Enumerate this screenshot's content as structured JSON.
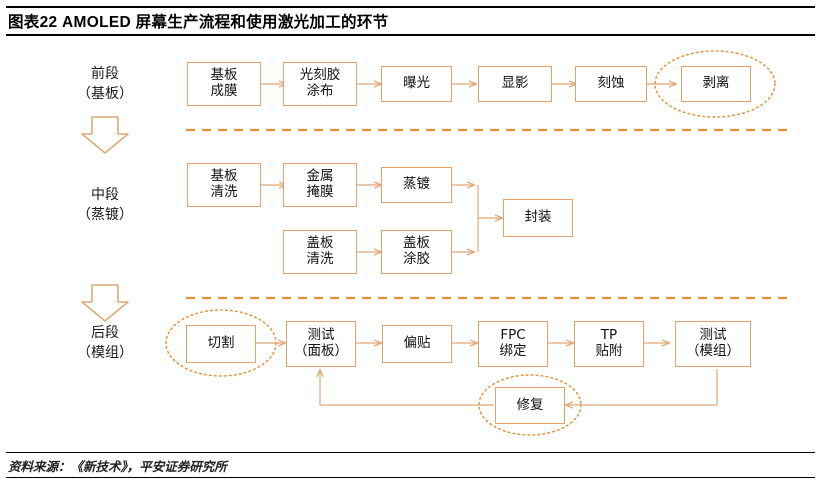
{
  "header": {
    "title": "图表22   AMOLED 屏幕生产流程和使用激光加工的环节"
  },
  "footer": {
    "source": "资料来源：《新技术》，平安证券研究所"
  },
  "colors": {
    "box_border": "#E8A06A",
    "arrow": "#E0A878",
    "divider": "#E8903A",
    "highlight_circle": "#E8903A",
    "text": "#111111",
    "rule": "#000000"
  },
  "stages": [
    {
      "id": "front",
      "line1": "前段",
      "line2": "（基板）"
    },
    {
      "id": "middle",
      "line1": "中段",
      "line2": "（蒸镀）"
    },
    {
      "id": "back",
      "line1": "后段",
      "line2": "（模组）"
    }
  ],
  "stage_arrows": [
    {
      "id": "arrow-front-to-middle",
      "name": "down-arrow-icon"
    },
    {
      "id": "arrow-middle-to-back",
      "name": "down-arrow-icon"
    }
  ],
  "nodes": {
    "front": [
      {
        "id": "n-jbcm",
        "line1": "基板",
        "line2": "成膜",
        "highlighted": false
      },
      {
        "id": "n-gkjtb",
        "line1": "光刻胶",
        "line2": "涂布",
        "highlighted": false
      },
      {
        "id": "n-bg",
        "line1": "曝光",
        "line2": "",
        "highlighted": false
      },
      {
        "id": "n-xy",
        "line1": "显影",
        "line2": "",
        "highlighted": false
      },
      {
        "id": "n-ks",
        "line1": "刻蚀",
        "line2": "",
        "highlighted": false
      },
      {
        "id": "n-bl",
        "line1": "剥离",
        "line2": "",
        "highlighted": true
      }
    ],
    "middle_top": [
      {
        "id": "n-jbqx",
        "line1": "基板",
        "line2": "清洗",
        "highlighted": false
      },
      {
        "id": "n-jsym",
        "line1": "金属",
        "line2": "掩膜",
        "highlighted": false
      },
      {
        "id": "n-zd",
        "line1": "蒸镀",
        "line2": "",
        "highlighted": false
      }
    ],
    "middle_bottom": [
      {
        "id": "n-gbqx",
        "line1": "盖板",
        "line2": "清洗",
        "highlighted": false
      },
      {
        "id": "n-gbtj",
        "line1": "盖板",
        "line2": "涂胶",
        "highlighted": false
      }
    ],
    "middle_merge": [
      {
        "id": "n-fz",
        "line1": "封装",
        "line2": "",
        "highlighted": false
      }
    ],
    "back": [
      {
        "id": "n-qg",
        "line1": "切割",
        "line2": "",
        "highlighted": true
      },
      {
        "id": "n-csmb",
        "line1": "测试",
        "line2": "（面板）",
        "highlighted": false
      },
      {
        "id": "n-pt",
        "line1": "偏贴",
        "line2": "",
        "highlighted": false
      },
      {
        "id": "n-fpc",
        "line1": "FPC",
        "line2": "绑定",
        "highlighted": false
      },
      {
        "id": "n-tp",
        "line1": "TP",
        "line2": "贴附",
        "highlighted": false
      },
      {
        "id": "n-csmz",
        "line1": "测试",
        "line2": "（模组）",
        "highlighted": false
      }
    ],
    "back_feedback": [
      {
        "id": "n-xf",
        "line1": "修复",
        "line2": "",
        "highlighted": true
      }
    ]
  },
  "dividers": [
    {
      "id": "divider-front-middle",
      "style": "dashed"
    },
    {
      "id": "divider-middle-back",
      "style": "dashed"
    }
  ]
}
